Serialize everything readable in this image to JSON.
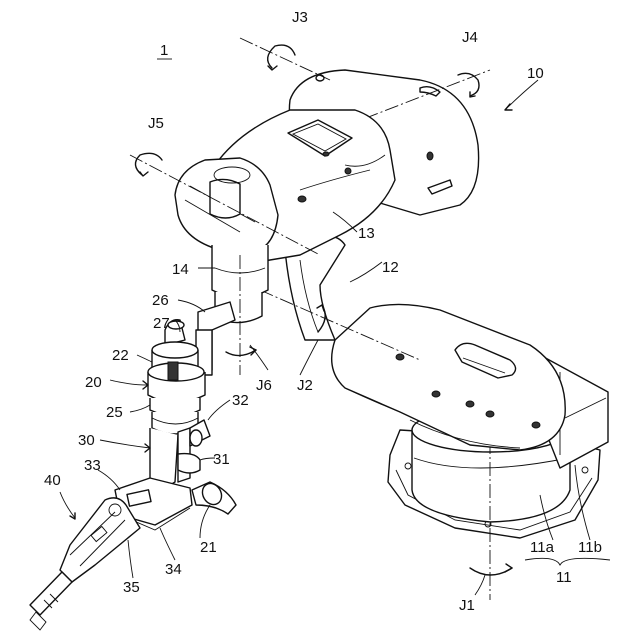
{
  "figure": {
    "main_label": "1",
    "labels": {
      "j1": "J1",
      "j2": "J2",
      "j3": "J3",
      "j4": "J4",
      "j5": "J5",
      "j6": "J6",
      "r10": "10",
      "r11": "11",
      "r11a": "11a",
      "r11b": "11b",
      "r12": "12",
      "r13": "13",
      "r14": "14",
      "r20": "20",
      "r21": "21",
      "r22": "22",
      "r25": "25",
      "r26": "26",
      "r27": "27",
      "r30": "30",
      "r31": "31",
      "r32": "32",
      "r33": "33",
      "r34": "34",
      "r35": "35",
      "r40": "40"
    }
  }
}
